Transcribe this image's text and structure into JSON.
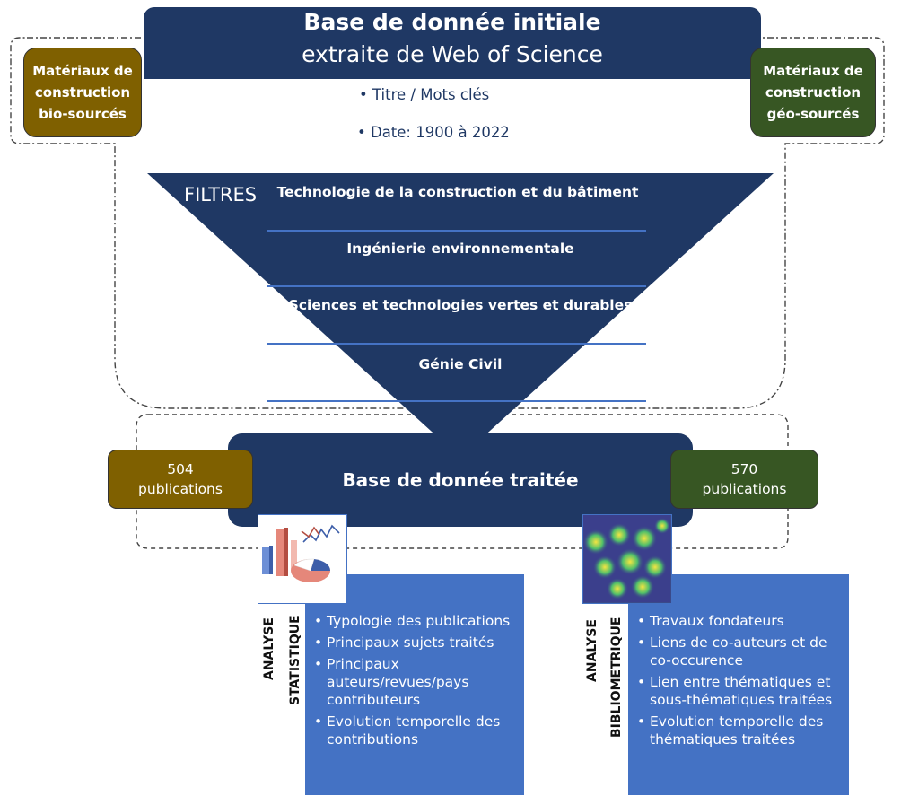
{
  "initial_db": {
    "title": "Base de donnée initiale",
    "subtitle": "extraite de Web of Science",
    "criteria": [
      "Titre / Mots clés",
      "Date: 1900 à 2022"
    ]
  },
  "left_material": "Matériaux de construction bio-sourcés",
  "right_material": "Matériaux de construction géo-sourcés",
  "funnel": {
    "label": "FILTRES",
    "filters": [
      "Technologie de la construction et du bâtiment",
      "Ingénierie environnementale",
      "Sciences et technologies vertes et durables",
      "Génie Civil"
    ]
  },
  "processed_db": {
    "title": "Base de donnée traitée"
  },
  "left_count": {
    "value": "504",
    "unit": "publications"
  },
  "right_count": {
    "value": "570",
    "unit": "publications"
  },
  "statistical": {
    "label_line1": "ANALYSE",
    "label_line2": "STATISTIQUE",
    "items": [
      "Typologie des publications",
      "Principaux sujets traités",
      "Principaux auteurs/revues/pays contributeurs",
      "Evolution temporelle des contributions"
    ]
  },
  "bibliometric": {
    "label_line1": "ANALYSE",
    "label_line2": "BIBLIOMETRIQUE",
    "items": [
      "Travaux fondateurs",
      "Liens de co-auteurs et de co-occurence",
      "Lien entre thématiques et sous-thématiques traitées",
      "Evolution temporelle des thématiques traitées"
    ]
  },
  "colors": {
    "navy": "#1f3864",
    "brown": "#7f6000",
    "green": "#375623",
    "blue": "#4472c4"
  }
}
